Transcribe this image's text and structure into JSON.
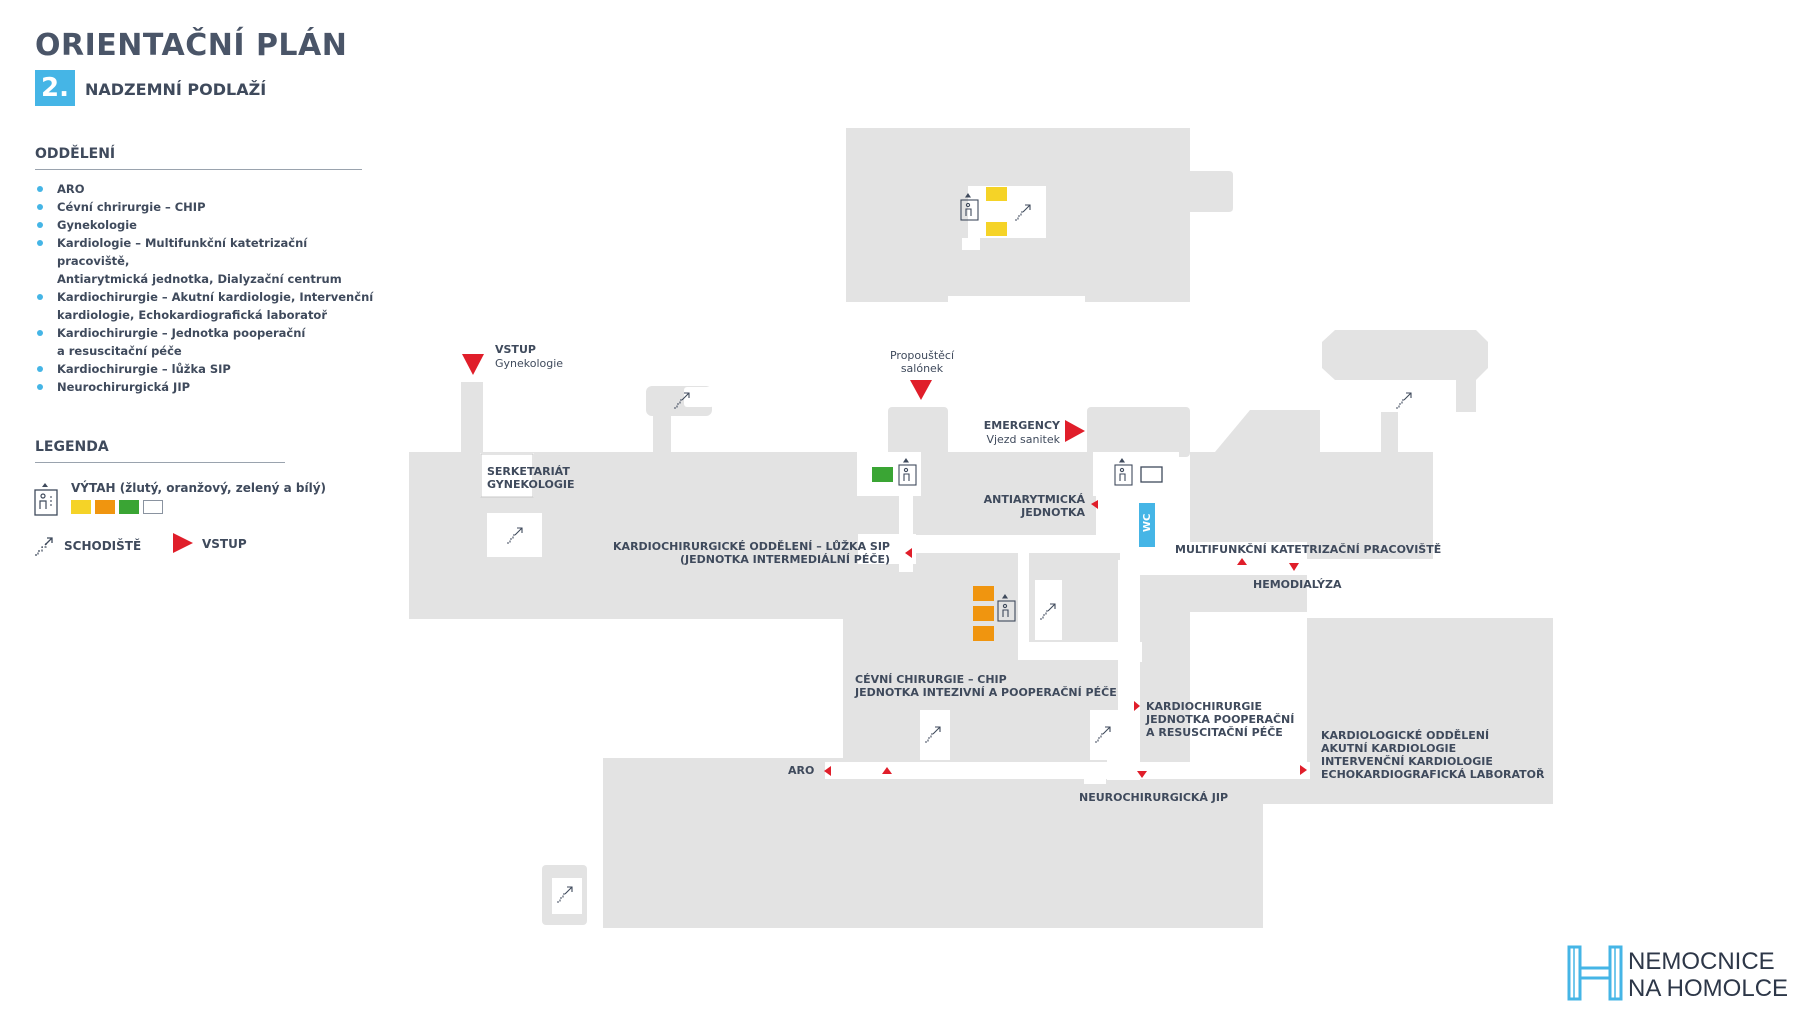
{
  "header": {
    "title": "ORIENTAČNÍ PLÁN",
    "floor_number": "2.",
    "floor_label": "NADZEMNÍ PODLAŽÍ"
  },
  "departments": {
    "heading": "ODDĚLENÍ",
    "items": [
      {
        "line1": "ARO",
        "line2": ""
      },
      {
        "line1": "Cévní chrirurgie – CHIP",
        "line2": ""
      },
      {
        "line1": "Gynekologie",
        "line2": ""
      },
      {
        "line1": "Kardiologie – Multifunkční katetrizační pracoviště,",
        "line2": "Antiarytmická jednotka, Dialyzační centrum"
      },
      {
        "line1": "Kardiochirurgie – Akutní kardiologie, Intervenční",
        "line2": "kardiologie, Echokardiografická laboratoř"
      },
      {
        "line1": "Kardiochirurgie – Jednotka pooperační",
        "line2": "a resuscitační péče"
      },
      {
        "line1": "Kardiochirurgie – lůžka SIP",
        "line2": ""
      },
      {
        "line1": "Neurochirurgická JIP",
        "line2": ""
      }
    ]
  },
  "legend": {
    "heading": "LEGENDA",
    "elevator_label": "VÝTAH (žlutý, oranžový, zelený a bílý)",
    "stairs_label": "SCHODIŠTĚ",
    "entrance_label": "VSTUP",
    "elevator_colors": [
      "#f5d327",
      "#f0950f",
      "#3aa534",
      "#ffffff"
    ]
  },
  "colors": {
    "floor": "#e3e3e3",
    "accent": "#45b5e6",
    "arrow": "#e01e2a",
    "text": "#3f4a5c"
  },
  "map": {
    "entrance_vstup": {
      "title": "VSTUP",
      "subtitle": "Gynekologie"
    },
    "propousteci": {
      "line1": "Propouštěcí",
      "line2": "salónek"
    },
    "emergency": {
      "title": "EMERGENCY",
      "subtitle": "Vjezd sanitek"
    },
    "sekretariat": {
      "line1": "SERKETARIÁT",
      "line2": "GYNEKOLOGIE"
    },
    "antiarytmicka": {
      "line1": "ANTIARYTMICKÁ",
      "line2": "JEDNOTKA"
    },
    "wc": "WC",
    "kardiochirurgicke_sip": {
      "line1": "KARDIOCHIRURGICKÉ ODDĚLENÍ – LŮŽKA SIP",
      "line2": "(JEDNOTKA INTERMEDIÁLNÍ PÉČE)"
    },
    "multifunkcni": "MULTIFUNKČNÍ KATETRIZAČNÍ PRACOVIŠTĚ",
    "hemodialyza": "HEMODIALÝZA",
    "cevni": {
      "line1": "CÉVNÍ CHIRURGIE – CHIP",
      "line2": "JEDNOTKA INTEZIVNÍ A POOPERAČNÍ PÉČE"
    },
    "kardiochirurgie_pooperacni": {
      "line1": "KARDIOCHIRURGIE",
      "line2": "JEDNOTKA POOPERAČNÍ",
      "line3": "A RESUSCITAČNÍ PÉČE"
    },
    "kardiologicke": {
      "line1": "KARDIOLOGICKÉ ODDĚLENÍ",
      "line2": "AKUTNÍ KARDIOLOGIE",
      "line3": "INTERVENČNÍ KARDIOLOGIE",
      "line4": "ECHOKARDIOGRAFICKÁ LABORATOŘ"
    },
    "aro": "ARO",
    "neurochirurgicka": "NEUROCHIRURGICKÁ JIP"
  },
  "logo": {
    "line1": "NEMOCNICE",
    "line2": "NA HOMOLCE",
    "mark": "H"
  }
}
